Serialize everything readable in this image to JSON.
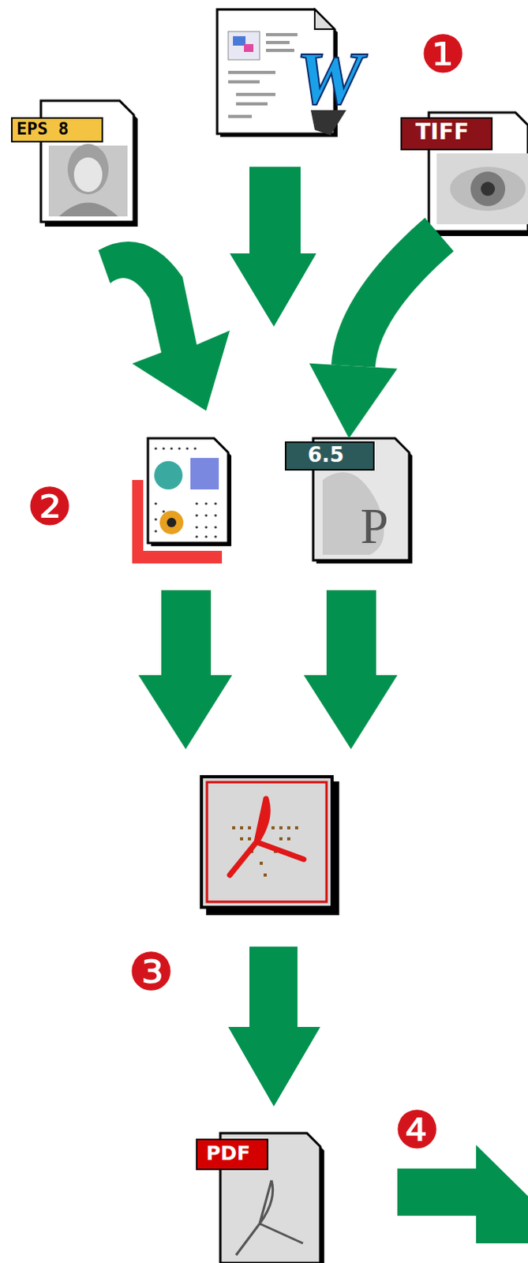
{
  "diagram": {
    "nodes": [
      {
        "text": [
          "W"
        ]
      },
      {
        "text": [
          "EPS 8"
        ]
      },
      {
        "text": [
          "TIFF"
        ]
      },
      {
        "text": [
          "6.5",
          "P"
        ]
      },
      {
        "text": [
          "PDF"
        ]
      }
    ],
    "edges": [
      {
        "from": 2,
        "to": 3,
        "arrow": "to"
      }
    ],
    "labels": [
      "❶",
      "❷",
      "❸",
      "❹"
    ]
  }
}
